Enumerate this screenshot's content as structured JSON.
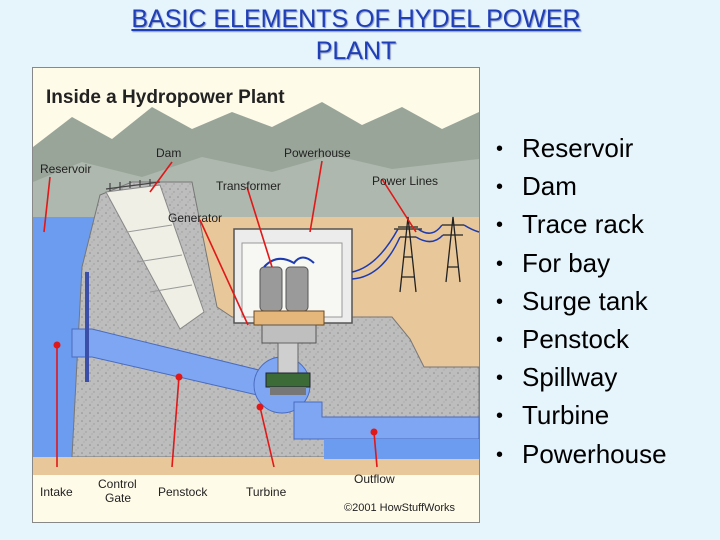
{
  "slide": {
    "title_line1": "BASIC ELEMENTS OF HYDEL POWER",
    "title_line2": "PLANT"
  },
  "diagram": {
    "heading": "Inside a Hydropower Plant",
    "labels": {
      "reservoir": "Reservoir",
      "dam": "Dam",
      "powerhouse": "Powerhouse",
      "transformer": "Transformer",
      "power_lines": "Power Lines",
      "generator": "Generator",
      "intake": "Intake",
      "control_gate_1": "Control",
      "control_gate_2": "Gate",
      "penstock": "Penstock",
      "turbine": "Turbine",
      "outflow": "Outflow",
      "copyright": "©2001 HowStuffWorks"
    },
    "colors": {
      "water": "#6b9cf0",
      "concrete": "#b9b9b9",
      "sky": "#fffbe9",
      "pointer": "#e01818"
    }
  },
  "bullets": [
    "Reservoir",
    "Dam",
    "Trace rack",
    "For bay",
    "Surge tank",
    "Penstock",
    "Spillway",
    "Turbine",
    "Powerhouse"
  ]
}
